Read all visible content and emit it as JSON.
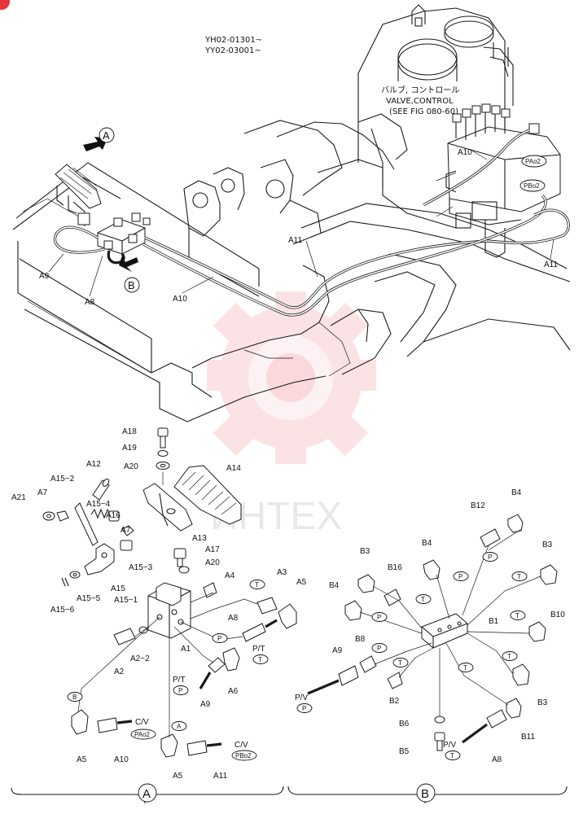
{
  "serials": [
    "YH02-01301~",
    "YY02-03001~"
  ],
  "valve_note": [
    "バルブ, コントロール",
    "VALVE,CONTROL",
    "(SEE FIG 080-60)"
  ],
  "watermark_text": "ИНТЕХ",
  "accent_color": "#e8323c",
  "labels": {
    "A1": "A1",
    "A2": "A2",
    "A2_2": "A2−2",
    "A3": "A3",
    "A4": "A4",
    "A5": "A5",
    "A6": "A6",
    "A7": "A7",
    "A8": "A8",
    "A9": "A9",
    "A10": "A10",
    "A11": "A11",
    "A12": "A12",
    "A13": "A13",
    "A14": "A14",
    "A15": "A15",
    "A15_1": "A15−1",
    "A15_2": "A15−2",
    "A15_3": "A15−3",
    "A15_4": "A15−4",
    "A15_5": "A15−5",
    "A15_6": "A15−6",
    "A16": "A16",
    "A17": "A17",
    "A18": "A18",
    "A19": "A19",
    "A20": "A20",
    "A21": "A21",
    "B1": "B1",
    "B2": "B2",
    "B3": "B3",
    "B4": "B4",
    "B5": "B5",
    "B6": "B6",
    "B8": "B8",
    "B10": "B10",
    "B11": "B11",
    "B12": "B12",
    "B16": "B16"
  },
  "ports": {
    "P": "P",
    "T": "T",
    "B": "B",
    "A": "A",
    "PAo2": "PAo2",
    "PBo2": "PBo2"
  },
  "callouts": {
    "cv": "C/V",
    "pt": "P/T",
    "pv": "P/V",
    "view_a": "A",
    "view_b": "B"
  }
}
